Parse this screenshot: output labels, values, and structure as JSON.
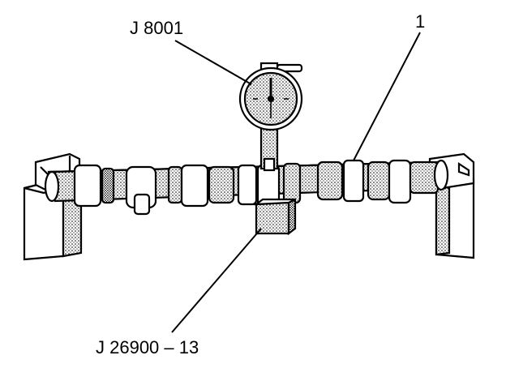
{
  "labels": {
    "dial_indicator": "J 8001",
    "camshaft": "1",
    "v_block": "J 26900 – 13"
  },
  "colors": {
    "ink": "#000000",
    "paper": "#ffffff",
    "shade": "#8a8a8a"
  },
  "icons": {
    "dial_indicator": "dial-indicator-icon",
    "camshaft": "camshaft-icon",
    "v_block": "v-block-icon",
    "stand": "support-stand-icon"
  }
}
